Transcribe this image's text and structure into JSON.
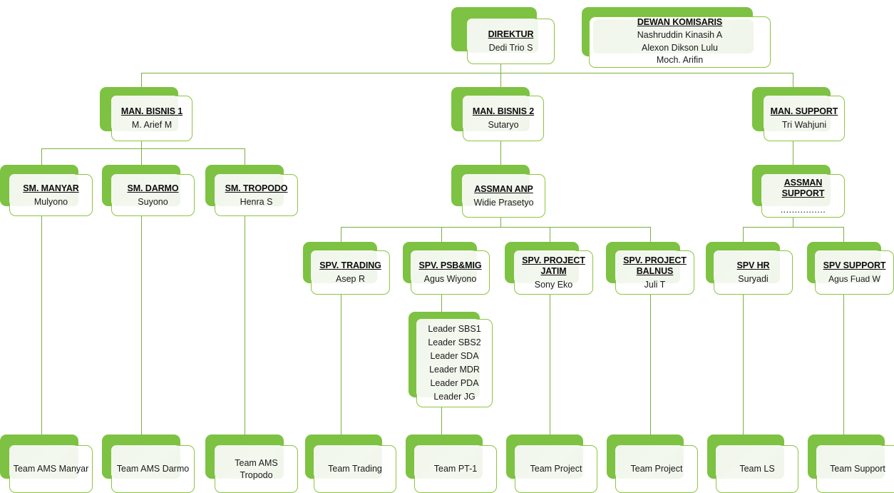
{
  "diagram": {
    "type": "organization-chart",
    "colors": {
      "accent_green": "#7DC242",
      "card_border": "#8CC63F",
      "card_fill": "#F1F6EC",
      "connector": "#7CAF42",
      "text": "#0d0d0d",
      "background": "#FFFFFF"
    }
  },
  "nodes": {
    "direktur": {
      "title": "DIREKTUR",
      "name": "Dedi Trio S"
    },
    "dewan_komisaris": {
      "title": "DEWAN KOMISARIS",
      "members": [
        "Nashruddin Kinasih A",
        "Alexon Dikson Lulu",
        "Moch. Arifin"
      ]
    },
    "man_bisnis_1": {
      "title": "MAN. BISNIS 1",
      "name": "M. Arief M"
    },
    "man_bisnis_2": {
      "title": "MAN. BISNIS 2",
      "name": "Sutaryo"
    },
    "man_support": {
      "title": "MAN. SUPPORT",
      "name": "Tri Wahjuni"
    },
    "sm_manyar": {
      "title": "SM. MANYAR",
      "name": "Mulyono"
    },
    "sm_darmo": {
      "title": "SM. DARMO",
      "name": "Suyono"
    },
    "sm_tropodo": {
      "title": "SM. TROPODO",
      "name": "Henra S"
    },
    "assman_anp": {
      "title": "ASSMAN ANP",
      "name": "Widie Prasetyo"
    },
    "assman_support": {
      "title": "ASSMAN SUPPORT",
      "name": "................"
    },
    "spv_trading": {
      "title": "SPV. TRADING",
      "name": "Asep R"
    },
    "spv_psbmig": {
      "title": "SPV. PSB&MIG",
      "name": "Agus Wiyono"
    },
    "spv_project_jatim": {
      "title": "SPV. PROJECT JATIM",
      "name": "Sony Eko"
    },
    "spv_project_balnus": {
      "title": "SPV. PROJECT BALNUS",
      "name": "Juli T"
    },
    "spv_hr": {
      "title": "SPV HR",
      "name": "Suryadi"
    },
    "spv_support": {
      "title": "SPV SUPPORT",
      "name": "Agus  Fuad W"
    },
    "leaders": {
      "items": [
        "Leader SBS1",
        "Leader SBS2",
        "Leader SDA",
        "Leader MDR",
        "Leader PDA",
        "Leader JG"
      ]
    },
    "team_ams_manyar": {
      "label": "Team AMS Manyar"
    },
    "team_ams_darmo": {
      "label": "Team AMS Darmo"
    },
    "team_ams_tropodo": {
      "label": "Team AMS Tropodo"
    },
    "team_trading": {
      "label": "Team Trading"
    },
    "team_pt1": {
      "label": "Team PT-1"
    },
    "team_project_1": {
      "label": "Team Project"
    },
    "team_project_2": {
      "label": "Team Project"
    },
    "team_ls": {
      "label": "Team LS"
    },
    "team_support": {
      "label": "Team Support"
    }
  }
}
